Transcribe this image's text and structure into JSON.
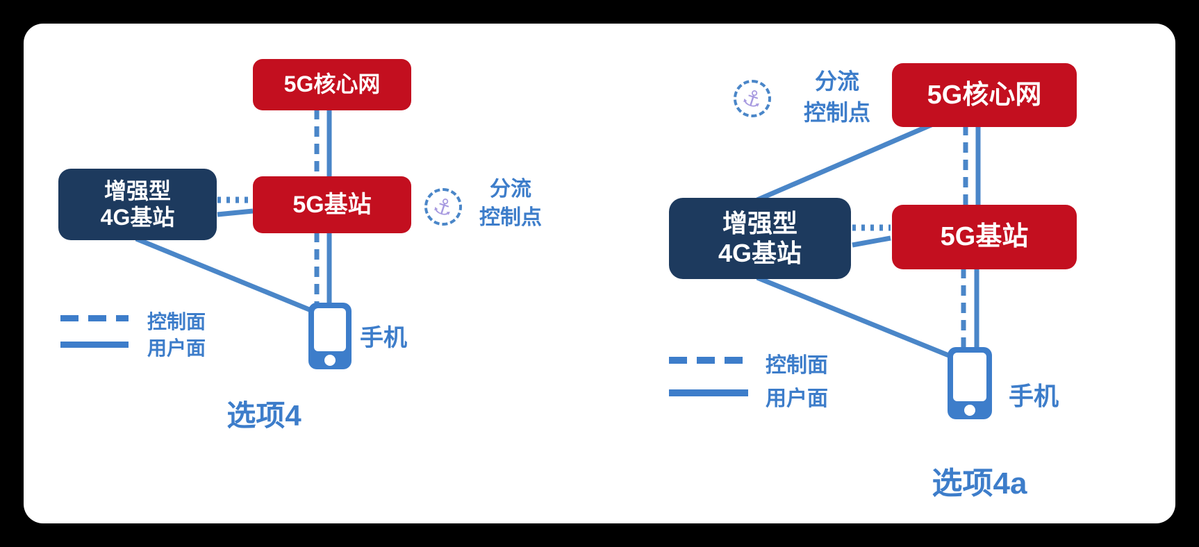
{
  "colors": {
    "red_box": "#c30f1f",
    "navy_box": "#1d3a5e",
    "line_blue": "#4a86c8",
    "label_blue": "#3d7dca",
    "anchor_purple": "#a79ae0",
    "card_background": "#ffffff",
    "page_background": "#000000"
  },
  "icons": {
    "anchor_glyph": "⚓"
  },
  "legend": {
    "control_plane": "控制面",
    "user_plane": "用户面"
  },
  "diagrams": [
    {
      "title": "选项4",
      "nodes": {
        "core": "5G核心网",
        "gnb": "5G基站",
        "enb_line1": "增强型",
        "enb_line2": "4G基站",
        "phone_label": "手机"
      },
      "split_point": {
        "line1": "分流",
        "line2": "控制点"
      }
    },
    {
      "title": "选项4a",
      "nodes": {
        "core": "5G核心网",
        "gnb": "5G基站",
        "enb_line1": "增强型",
        "enb_line2": "4G基站",
        "phone_label": "手机"
      },
      "split_point": {
        "line1": "分流",
        "line2": "控制点"
      }
    }
  ]
}
